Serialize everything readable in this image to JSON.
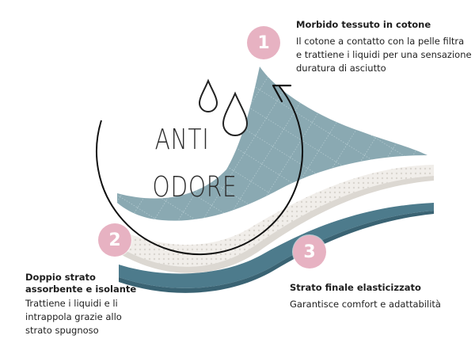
{
  "brand": {
    "line1": "ANTI",
    "line2": "ODORE"
  },
  "layers": [
    {
      "number": "1",
      "title": "Morbido tessuto in cotone",
      "description": "Il cotone a contatto con la pelle filtra e trattiene i liquidi per una sensazione duratura di asciutto"
    },
    {
      "number": "2",
      "title": "Doppio strato assorbente e isolante",
      "description": "Trattiene i liquidi e li intrappola grazie allo strato spugnoso"
    },
    {
      "number": "3",
      "title": "Strato finale elasticizzato",
      "description": "Garantisce comfort e adattabilità"
    }
  ],
  "colors": {
    "badge": "#e7b2c2",
    "top_layer": "#8aa9b2",
    "middle_layer": "#ece9e4",
    "bottom_layer": "#4d7b8c",
    "ink": "#1e1e1e"
  },
  "icons": [
    "water-drop-icon",
    "water-drop-icon",
    "circular-arrow-icon"
  ]
}
